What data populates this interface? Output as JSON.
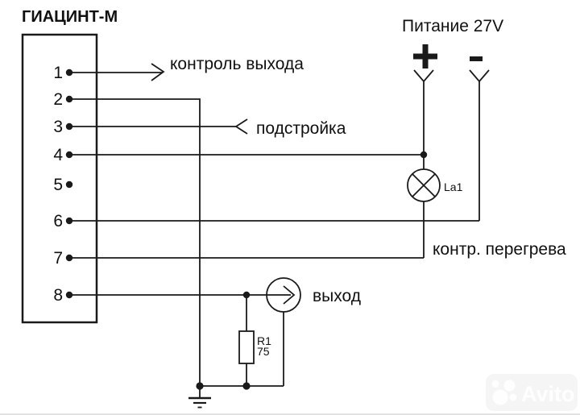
{
  "diagram": {
    "title": "ГИАЦИНТ-М",
    "power": {
      "label": "Питание 27V",
      "plus": "+",
      "minus": "-"
    },
    "connector_pins": [
      "1",
      "2",
      "3",
      "4",
      "5",
      "6",
      "7",
      "8"
    ],
    "labels": {
      "output_control": "контроль выхода",
      "adjustment": "подстройка",
      "overheat_control": "контр. перегрева",
      "output": "выход",
      "lamp_ref": "La1",
      "resistor_ref": "R1",
      "resistor_value": "75"
    },
    "colors": {
      "line": "#1a1a1a",
      "background": "#ffffff"
    }
  },
  "watermark": {
    "brand": "Avito"
  }
}
